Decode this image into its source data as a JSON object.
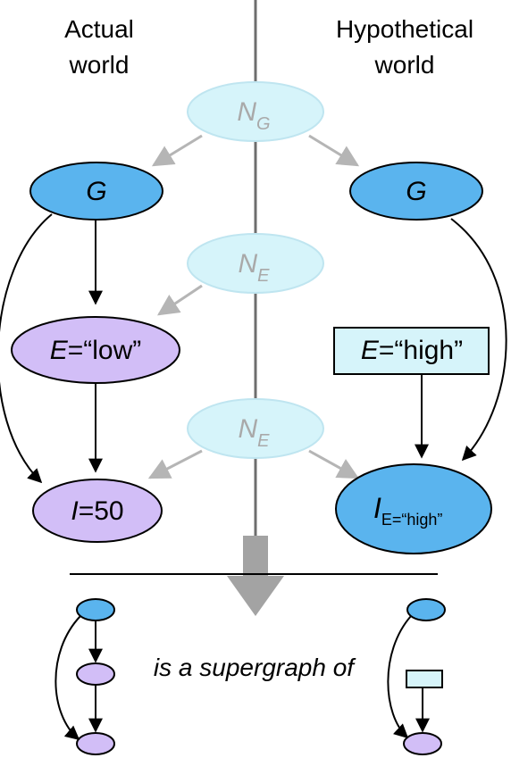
{
  "headers": {
    "actual_line1": "Actual",
    "actual_line2": "world",
    "hypothetical_line1": "Hypothetical",
    "hypothetical_line2": "world"
  },
  "noise_nodes": {
    "ng_base": "N",
    "ng_sub": "G",
    "ne_base": "N",
    "ne_sub": "E"
  },
  "actual_nodes": {
    "g": "G",
    "e_var": "E",
    "e_value": "=“low”",
    "i_var": "I",
    "i_value": "=50"
  },
  "hypothetical_nodes": {
    "g": "G",
    "e_var": "E",
    "e_value": "=“high”",
    "i_var": "I",
    "i_sub": "E=“high”"
  },
  "caption": "is a supergraph of",
  "colors": {
    "blue_node": "#5ab4ee",
    "purple_node": "#d2bef7",
    "noise_node": "#d6f4fa",
    "noise_stroke": "#bfe5f0",
    "gray_line": "#6e6e6e",
    "gray_arrow": "#b5b5b5",
    "big_arrow": "#a3a3a3"
  }
}
